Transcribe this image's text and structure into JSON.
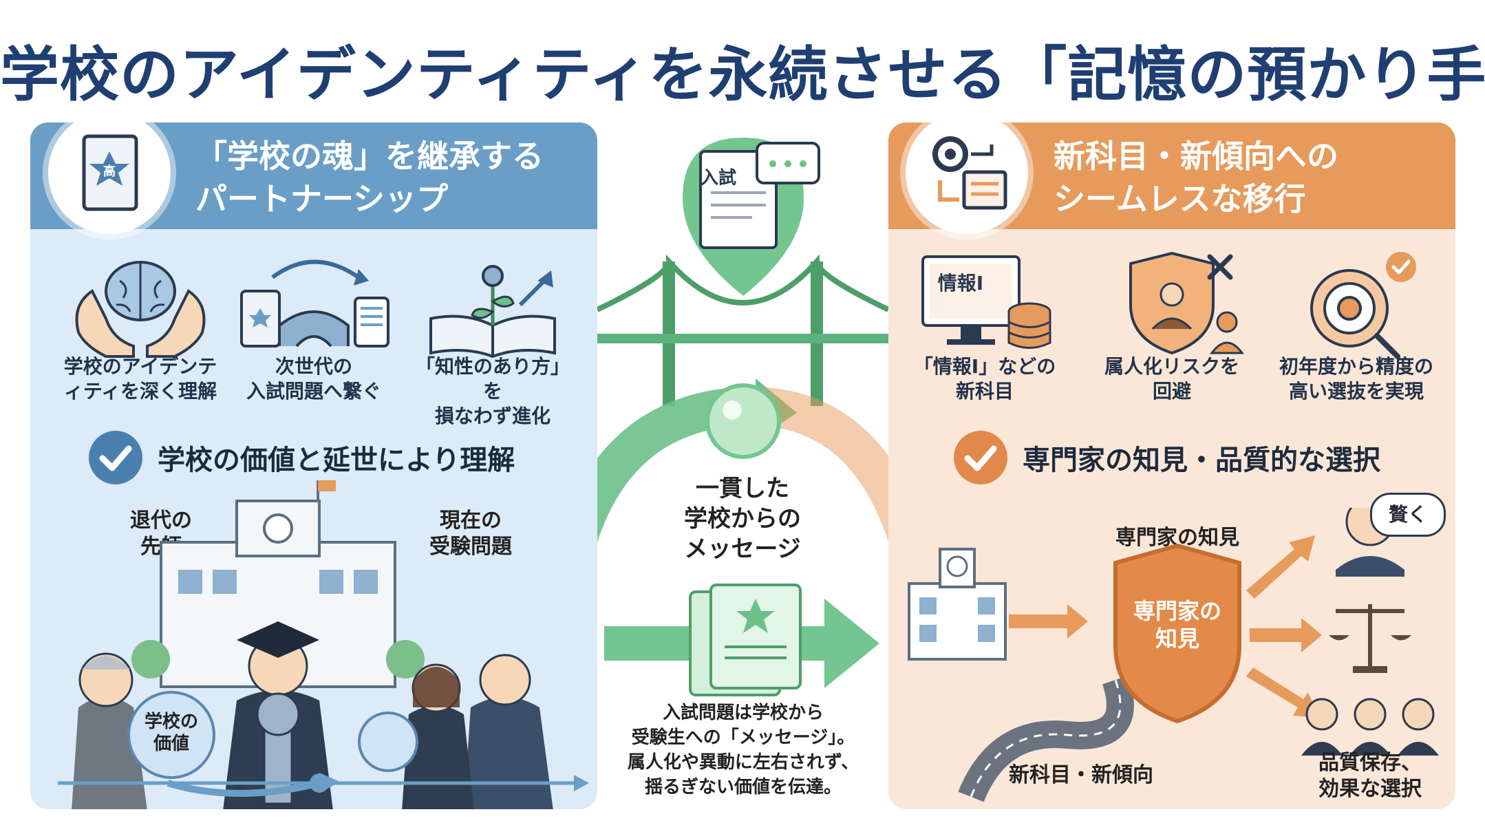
{
  "title": "学校のアイデンティティを永続させる「記憶の預かり手」",
  "left": {
    "header": [
      "「学校の魂」を継承する",
      "パートナーシップ"
    ],
    "badge_glyph": "高",
    "icons": [
      {
        "icon": "brain-in-hands-icon",
        "caption": [
          "学校のアイデンテ",
          "ィティを深く理解"
        ]
      },
      {
        "icon": "scroll-bridge-tablet-icon",
        "caption": [
          "次世代の",
          "入試問題へ繋ぐ"
        ]
      },
      {
        "icon": "book-plant-growth-icon",
        "caption": [
          "「知性のあり方」を",
          "損なわず進化"
        ]
      }
    ],
    "check": "学校の価値と延世により理解",
    "label_past": [
      "退代の",
      "先師"
    ],
    "label_present": [
      "現在の",
      "受験問題"
    ],
    "orb_label": [
      "学校の",
      "価値"
    ],
    "accent": "#6a9ec6"
  },
  "center": {
    "doc_label": "入試",
    "orb_text": [
      "一貫した",
      "学校からの",
      "メッセージ"
    ],
    "bottom_text": [
      "入試問題は学校から",
      "受験生への「メッセージ」。",
      "属人化や異動に左右されず、",
      "揺るぎない価値を伝達。"
    ],
    "accent": "#6cc08a"
  },
  "right": {
    "header": [
      "新科目・新傾向への",
      "シームレスな移行"
    ],
    "icons": [
      {
        "icon": "monitor-database-icon",
        "screen": "情報I",
        "caption": [
          "「情報I」などの",
          "新科目"
        ]
      },
      {
        "icon": "shield-person-x-icon",
        "caption": [
          "属人化リスクを",
          "回避"
        ]
      },
      {
        "icon": "target-check-icon",
        "caption": [
          "初年度から精度の",
          "高い選抜を実現"
        ]
      }
    ],
    "check": "専門家の知見・品質的な選択",
    "label_expert": "専門家の知見",
    "shield_text": [
      "専門家の",
      "知見"
    ],
    "label_road": "新科目・新傾向",
    "bubble": "贅く",
    "label_quality": [
      "品質保存、",
      "効果な選択"
    ],
    "accent": "#e69a5c"
  }
}
